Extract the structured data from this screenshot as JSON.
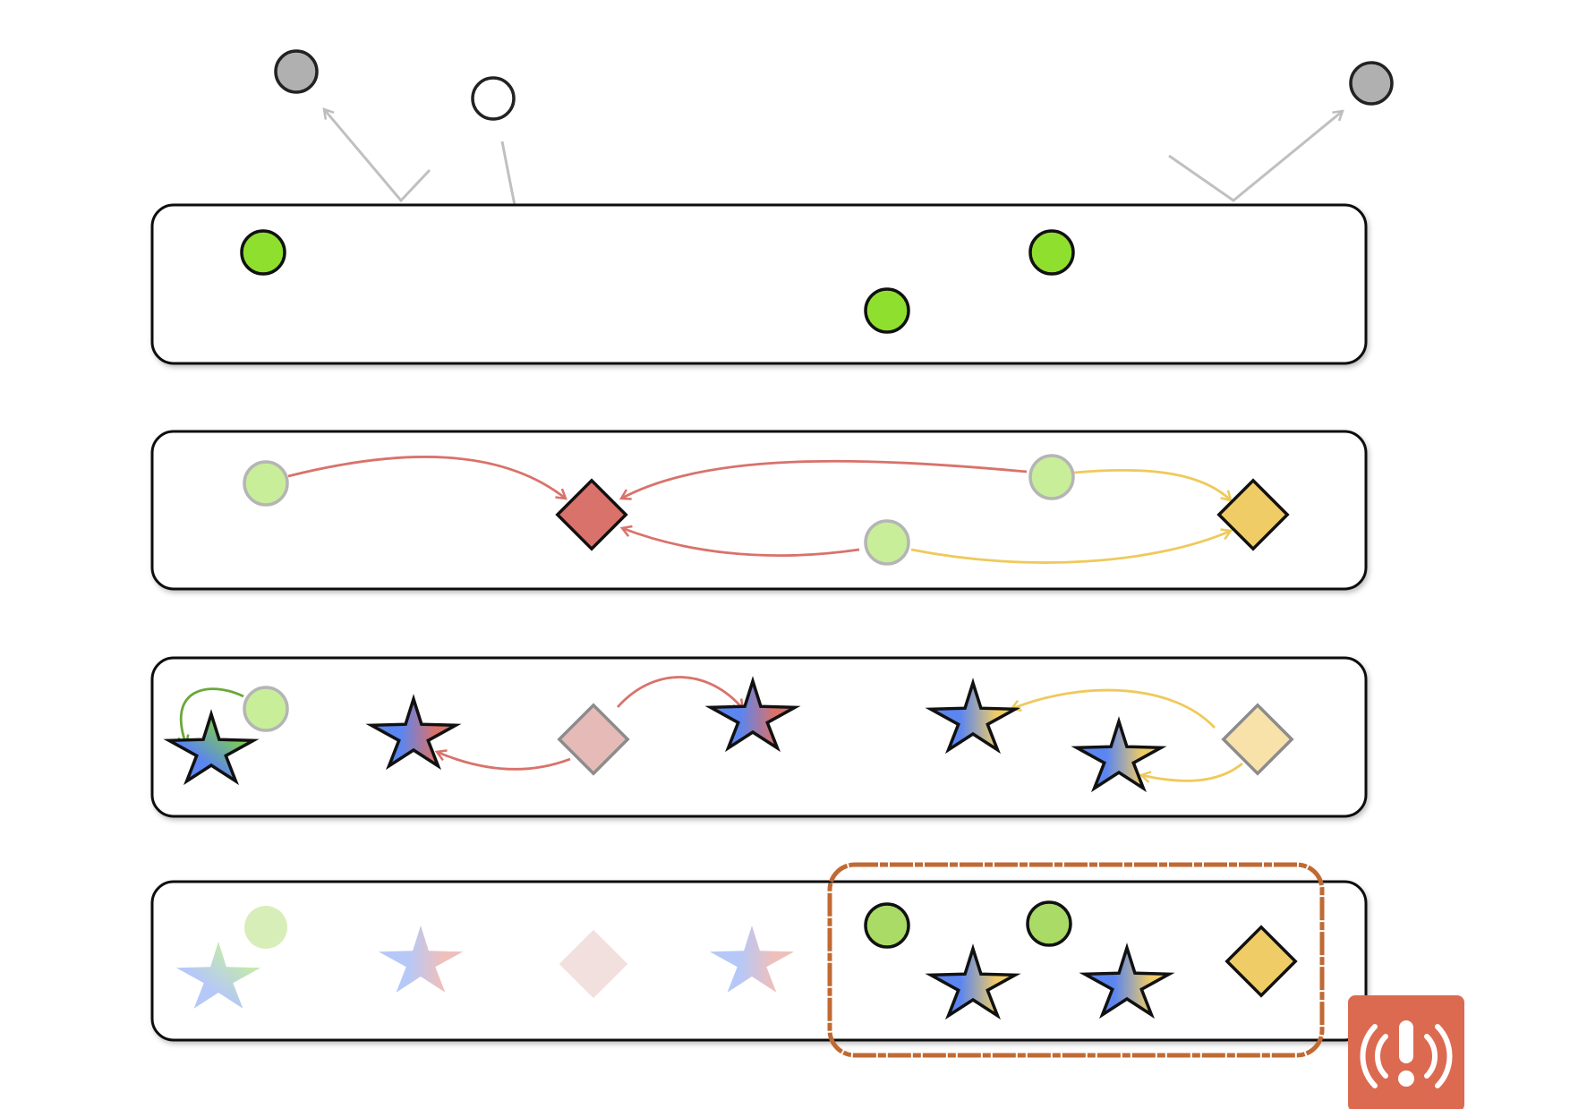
{
  "colors": {
    "green": "#8fe02e",
    "green_light": "#c8ee9a",
    "green_muted": "#a9db66",
    "gray": "#b8b8b8",
    "red": "#d9726b",
    "red_light": "#e6bab6",
    "yellow": "#f0cc66",
    "yellow_light": "#f8e2aa",
    "blue": "#5b85f0",
    "orange_box": "#c06a33",
    "alert": "#dc6a50"
  },
  "icons": [
    "circle-node-icon",
    "diamond-node-icon",
    "star-node-icon",
    "arrow-icon",
    "alert-broadcast-icon"
  ],
  "panels": [
    {
      "row": 1,
      "circles": 3,
      "diamonds": 0,
      "stars": 0
    },
    {
      "row": 2,
      "circles": 3,
      "diamonds": 2,
      "stars": 0
    },
    {
      "row": 3,
      "circles": 1,
      "diamonds": 2,
      "stars": 5
    },
    {
      "row": 4,
      "circles": 3,
      "diamonds": 2,
      "stars": 5
    }
  ]
}
